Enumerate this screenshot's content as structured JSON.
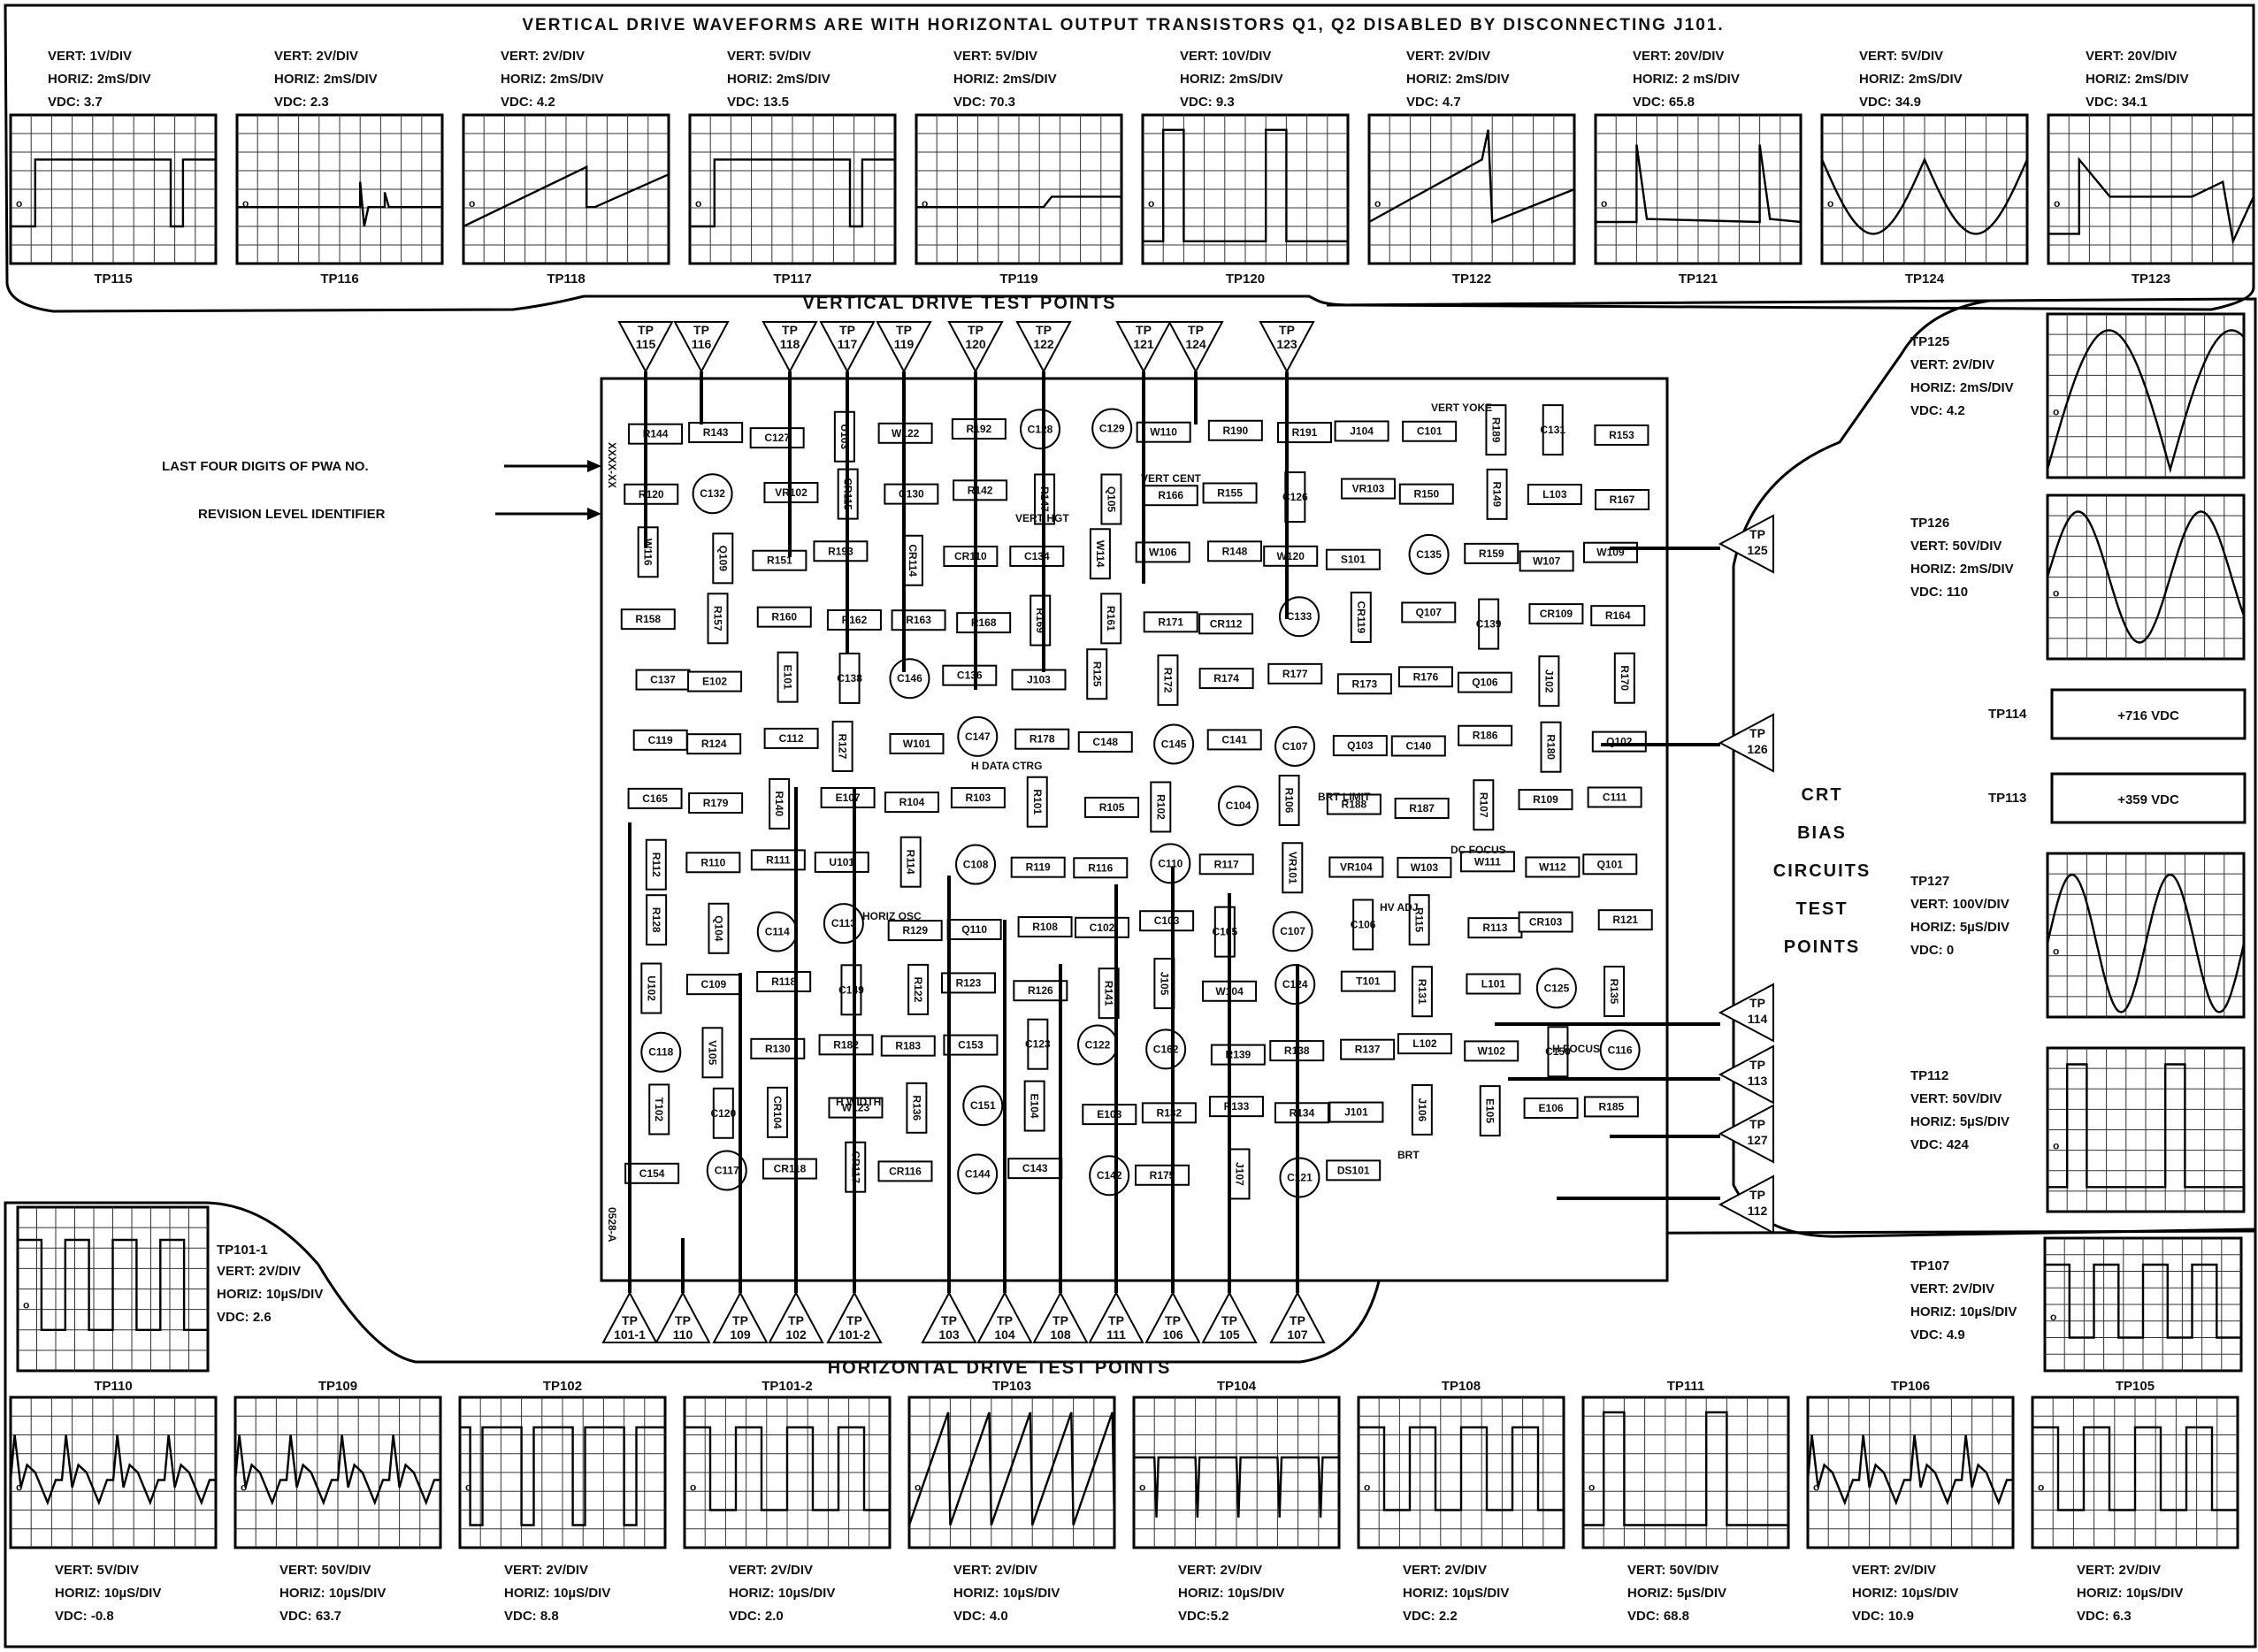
{
  "header": "VERTICAL DRIVE WAVEFORMS ARE WITH HORIZONTAL OUTPUT TRANSISTORS Q1, Q2 DISABLED BY DISCONNECTING J101.",
  "vertical_section_title": "VERTICAL DRIVE TEST POINTS",
  "horizontal_section_title": "HORIZONTAL DRIVE TEST POINTS",
  "pwa_label": "LAST FOUR DIGITS OF PWA NO.",
  "revision_label": "REVISION LEVEL IDENTIFIER",
  "board_code_1": "XXXX-XX",
  "board_code_2": "0528-A",
  "crt_bias": [
    "CRT",
    "BIAS",
    "CIRCUITS",
    "TEST",
    "POINTS"
  ],
  "top_waveforms": [
    {
      "tp": "TP115",
      "vert": "VERT: 1V/DIV",
      "horiz": "HORIZ: 2mS/DIV",
      "vdc": "VDC: 3.7",
      "shape": "pulse"
    },
    {
      "tp": "TP116",
      "vert": "VERT: 2V/DIV",
      "horiz": "HORIZ: 2mS/DIV",
      "vdc": "VDC: 2.3",
      "shape": "spike"
    },
    {
      "tp": "TP118",
      "vert": "VERT: 2V/DIV",
      "horiz": "HORIZ: 2mS/DIV",
      "vdc": "VDC: 4.2",
      "shape": "ramp"
    },
    {
      "tp": "TP117",
      "vert": "VERT: 5V/DIV",
      "horiz": "HORIZ: 2mS/DIV",
      "vdc": "VDC: 13.5",
      "shape": "pulse"
    },
    {
      "tp": "TP119",
      "vert": "VERT: 5V/DIV",
      "horiz": "HORIZ: 2mS/DIV",
      "vdc": "VDC: 70.3",
      "shape": "flatstep"
    },
    {
      "tp": "TP120",
      "vert": "VERT: 10V/DIV",
      "horiz": "HORIZ: 2mS/DIV",
      "vdc": "VDC: 9.3",
      "shape": "tallpulse"
    },
    {
      "tp": "TP122",
      "vert": "VERT: 2V/DIV",
      "horiz": "HORIZ: 2mS/DIV",
      "vdc": "VDC: 4.7",
      "shape": "saw"
    },
    {
      "tp": "TP121",
      "vert": "VERT: 20V/DIV",
      "horiz": "HORIZ: 2 mS/DIV",
      "vdc": "VDC: 65.8",
      "shape": "decay"
    },
    {
      "tp": "TP124",
      "vert": "VERT: 5V/DIV",
      "horiz": "HORIZ: 2mS/DIV",
      "vdc": "VDC: 34.9",
      "shape": "parabola"
    },
    {
      "tp": "TP123",
      "vert": "VERT: 20V/DIV",
      "horiz": "HORIZ: 2mS/DIV",
      "vdc": "VDC: 34.1",
      "shape": "dip"
    }
  ],
  "right_waveforms": [
    {
      "tp": "TP125",
      "vert": "VERT: 2V/DIV",
      "horiz": "HORIZ: 2mS/DIV",
      "vdc": "VDC: 4.2",
      "shape": "parabola2"
    },
    {
      "tp": "TP126",
      "vert": "VERT: 50V/DIV",
      "horiz": "HORIZ: 2mS/DIV",
      "vdc": "VDC: 110",
      "shape": "sine"
    },
    {
      "tp": "TP127",
      "vert": "VERT: 100V/DIV",
      "horiz": "HORIZ: 5µS/DIV",
      "vdc": "VDC: 0",
      "shape": "sine2"
    },
    {
      "tp": "TP112",
      "vert": "VERT: 50V/DIV",
      "horiz": "HORIZ: 5µS/DIV",
      "vdc": "VDC: 424",
      "shape": "tallpulse"
    },
    {
      "tp": "TP107",
      "vert": "VERT: 2V/DIV",
      "horiz": "HORIZ: 10µS/DIV",
      "vdc": "VDC: 4.9",
      "shape": "square"
    }
  ],
  "dc_readings": [
    {
      "tp": "TP114",
      "value": "+716 VDC"
    },
    {
      "tp": "TP113",
      "value": "+359 VDC"
    }
  ],
  "left_waveform": {
    "tp": "TP101-1",
    "vert": "VERT: 2V/DIV",
    "horiz": "HORIZ: 10µS/DIV",
    "vdc": "VDC: 2.6",
    "shape": "square"
  },
  "bottom_waveforms": [
    {
      "tp": "TP110",
      "vert": "VERT: 5V/DIV",
      "horiz": "HORIZ: 10µS/DIV",
      "vdc": "VDC: -0.8",
      "shape": "ringing"
    },
    {
      "tp": "TP109",
      "vert": "VERT: 50V/DIV",
      "horiz": "HORIZ: 10µS/DIV",
      "vdc": "VDC: 63.7",
      "shape": "ringing"
    },
    {
      "tp": "TP102",
      "vert": "VERT: 2V/DIV",
      "horiz": "HORIZ: 10µS/DIV",
      "vdc": "VDC: 8.8",
      "shape": "negpulse"
    },
    {
      "tp": "TP101-2",
      "vert": "VERT: 2V/DIV",
      "horiz": "HORIZ: 10µS/DIV",
      "vdc": "VDC: 2.0",
      "shape": "square"
    },
    {
      "tp": "TP103",
      "vert": "VERT: 2V/DIV",
      "horiz": "HORIZ: 10µS/DIV",
      "vdc": "VDC: 4.0",
      "shape": "sawfast"
    },
    {
      "tp": "TP104",
      "vert": "VERT: 2V/DIV",
      "horiz": "HORIZ: 10µS/DIV",
      "vdc": "VDC:5.2",
      "shape": "negspike"
    },
    {
      "tp": "TP108",
      "vert": "VERT: 2V/DIV",
      "horiz": "HORIZ: 10µS/DIV",
      "vdc": "VDC: 2.2",
      "shape": "square"
    },
    {
      "tp": "TP111",
      "vert": "VERT: 50V/DIV",
      "horiz": "HORIZ: 5µS/DIV",
      "vdc": "VDC: 68.8",
      "shape": "tallpulse"
    },
    {
      "tp": "TP106",
      "vert": "VERT: 2V/DIV",
      "horiz": "HORIZ: 10µS/DIV",
      "vdc": "VDC: 10.9",
      "shape": "ringing"
    },
    {
      "tp": "TP105",
      "vert": "VERT: 2V/DIV",
      "horiz": "HORIZ: 10µS/DIV",
      "vdc": "VDC: 6.3",
      "shape": "square"
    }
  ],
  "top_test_points": [
    {
      "l1": "TP",
      "l2": "115"
    },
    {
      "l1": "TP",
      "l2": "116"
    },
    {
      "l1": "TP",
      "l2": "118"
    },
    {
      "l1": "TP",
      "l2": "117"
    },
    {
      "l1": "TP",
      "l2": "119"
    },
    {
      "l1": "TP",
      "l2": "120"
    },
    {
      "l1": "TP",
      "l2": "122"
    },
    {
      "l1": "TP",
      "l2": "121"
    },
    {
      "l1": "TP",
      "l2": "124"
    },
    {
      "l1": "TP",
      "l2": "123"
    }
  ],
  "bottom_test_points": [
    {
      "l1": "TP",
      "l2": "101-1"
    },
    {
      "l1": "TP",
      "l2": "110"
    },
    {
      "l1": "TP",
      "l2": "109"
    },
    {
      "l1": "TP",
      "l2": "102"
    },
    {
      "l1": "TP",
      "l2": "101-2"
    },
    {
      "l1": "TP",
      "l2": "103"
    },
    {
      "l1": "TP",
      "l2": "104"
    },
    {
      "l1": "TP",
      "l2": "108"
    },
    {
      "l1": "TP",
      "l2": "111"
    },
    {
      "l1": "TP",
      "l2": "106"
    },
    {
      "l1": "TP",
      "l2": "105"
    },
    {
      "l1": "TP",
      "l2": "107"
    }
  ],
  "right_test_points": [
    {
      "l1": "TP",
      "l2": "125"
    },
    {
      "l1": "TP",
      "l2": "126"
    },
    {
      "l1": "TP",
      "l2": "114"
    },
    {
      "l1": "TP",
      "l2": "113"
    },
    {
      "l1": "TP",
      "l2": "127"
    },
    {
      "l1": "TP",
      "l2": "112"
    }
  ],
  "components": [
    {
      "name": "R144"
    },
    {
      "name": "R143"
    },
    {
      "name": "C127"
    },
    {
      "name": "U103"
    },
    {
      "name": "W122"
    },
    {
      "name": "R192"
    },
    {
      "name": "C128"
    },
    {
      "name": "C129"
    },
    {
      "name": "W110"
    },
    {
      "name": "R190"
    },
    {
      "name": "R191"
    },
    {
      "name": "J104"
    },
    {
      "name": "C101"
    },
    {
      "name": "R189"
    },
    {
      "name": "C131"
    },
    {
      "name": "R153"
    },
    {
      "name": "R120"
    },
    {
      "name": "C132"
    },
    {
      "name": "VR102"
    },
    {
      "name": "CR115"
    },
    {
      "name": "C130"
    },
    {
      "name": "R142"
    },
    {
      "name": "R147"
    },
    {
      "name": "Q105"
    },
    {
      "name": "R166"
    },
    {
      "name": "R155"
    },
    {
      "name": "C126"
    },
    {
      "name": "VR103"
    },
    {
      "name": "R150"
    },
    {
      "name": "R149"
    },
    {
      "name": "L103"
    },
    {
      "name": "R167"
    },
    {
      "name": "W116"
    },
    {
      "name": "Q109"
    },
    {
      "name": "R151"
    },
    {
      "name": "R193"
    },
    {
      "name": "CR114"
    },
    {
      "name": "CR110"
    },
    {
      "name": "C134"
    },
    {
      "name": "W114"
    },
    {
      "name": "W106"
    },
    {
      "name": "R148"
    },
    {
      "name": "W120"
    },
    {
      "name": "S101"
    },
    {
      "name": "C135"
    },
    {
      "name": "R159"
    },
    {
      "name": "W107"
    },
    {
      "name": "W109"
    },
    {
      "name": "R158"
    },
    {
      "name": "R157"
    },
    {
      "name": "R160"
    },
    {
      "name": "R162"
    },
    {
      "name": "R163"
    },
    {
      "name": "R168"
    },
    {
      "name": "R169"
    },
    {
      "name": "R161"
    },
    {
      "name": "R171"
    },
    {
      "name": "CR112"
    },
    {
      "name": "C133"
    },
    {
      "name": "CR119"
    },
    {
      "name": "Q107"
    },
    {
      "name": "C139"
    },
    {
      "name": "CR109"
    },
    {
      "name": "R164"
    },
    {
      "name": "C137"
    },
    {
      "name": "E102"
    },
    {
      "name": "E101"
    },
    {
      "name": "C138"
    },
    {
      "name": "C146"
    },
    {
      "name": "C136"
    },
    {
      "name": "J103"
    },
    {
      "name": "R125"
    },
    {
      "name": "R172"
    },
    {
      "name": "R174"
    },
    {
      "name": "R177"
    },
    {
      "name": "R173"
    },
    {
      "name": "R176"
    },
    {
      "name": "Q106"
    },
    {
      "name": "J102"
    },
    {
      "name": "R170"
    },
    {
      "name": "C119"
    },
    {
      "name": "R124"
    },
    {
      "name": "C112"
    },
    {
      "name": "R127"
    },
    {
      "name": "W101"
    },
    {
      "name": "C147"
    },
    {
      "name": "R178"
    },
    {
      "name": "C148"
    },
    {
      "name": "C145"
    },
    {
      "name": "C141"
    },
    {
      "name": "C107"
    },
    {
      "name": "Q103"
    },
    {
      "name": "C140"
    },
    {
      "name": "R186"
    },
    {
      "name": "R180"
    },
    {
      "name": "Q102"
    },
    {
      "name": "C165"
    },
    {
      "name": "R179"
    },
    {
      "name": "R140"
    },
    {
      "name": "E107"
    },
    {
      "name": "R104"
    },
    {
      "name": "R103"
    },
    {
      "name": "R101"
    },
    {
      "name": "R105"
    },
    {
      "name": "R102"
    },
    {
      "name": "C104"
    },
    {
      "name": "R106"
    },
    {
      "name": "R188"
    },
    {
      "name": "R187"
    },
    {
      "name": "R107"
    },
    {
      "name": "R109"
    },
    {
      "name": "C111"
    },
    {
      "name": "R112"
    },
    {
      "name": "R110"
    },
    {
      "name": "R111"
    },
    {
      "name": "U101"
    },
    {
      "name": "R114"
    },
    {
      "name": "C108"
    },
    {
      "name": "R119"
    },
    {
      "name": "R116"
    },
    {
      "name": "C110"
    },
    {
      "name": "R117"
    },
    {
      "name": "VR101"
    },
    {
      "name": "VR104"
    },
    {
      "name": "W103"
    },
    {
      "name": "W111"
    },
    {
      "name": "W112"
    },
    {
      "name": "Q101"
    },
    {
      "name": "R128"
    },
    {
      "name": "Q104"
    },
    {
      "name": "C114"
    },
    {
      "name": "C113"
    },
    {
      "name": "R129"
    },
    {
      "name": "Q110"
    },
    {
      "name": "R108"
    },
    {
      "name": "C102"
    },
    {
      "name": "C103"
    },
    {
      "name": "C105"
    },
    {
      "name": "C107"
    },
    {
      "name": "C106"
    },
    {
      "name": "R115"
    },
    {
      "name": "R113"
    },
    {
      "name": "CR103"
    },
    {
      "name": "R121"
    },
    {
      "name": "U102"
    },
    {
      "name": "C109"
    },
    {
      "name": "R118"
    },
    {
      "name": "C149"
    },
    {
      "name": "R122"
    },
    {
      "name": "R123"
    },
    {
      "name": "R126"
    },
    {
      "name": "R141"
    },
    {
      "name": "J105"
    },
    {
      "name": "W104"
    },
    {
      "name": "C124"
    },
    {
      "name": "T101"
    },
    {
      "name": "R131"
    },
    {
      "name": "L101"
    },
    {
      "name": "C125"
    },
    {
      "name": "R135"
    },
    {
      "name": "C118"
    },
    {
      "name": "V105"
    },
    {
      "name": "R130"
    },
    {
      "name": "R182"
    },
    {
      "name": "R183"
    },
    {
      "name": "C153"
    },
    {
      "name": "C123"
    },
    {
      "name": "C122"
    },
    {
      "name": "C162"
    },
    {
      "name": "R139"
    },
    {
      "name": "R138"
    },
    {
      "name": "R137"
    },
    {
      "name": "L102"
    },
    {
      "name": "W102"
    },
    {
      "name": "C150"
    },
    {
      "name": "C116"
    },
    {
      "name": "T102"
    },
    {
      "name": "C120"
    },
    {
      "name": "CR104"
    },
    {
      "name": "W123"
    },
    {
      "name": "R136"
    },
    {
      "name": "C151"
    },
    {
      "name": "E104"
    },
    {
      "name": "E103"
    },
    {
      "name": "R132"
    },
    {
      "name": "R133"
    },
    {
      "name": "R134"
    },
    {
      "name": "J101"
    },
    {
      "name": "J106"
    },
    {
      "name": "E105"
    },
    {
      "name": "E106"
    },
    {
      "name": "R185"
    },
    {
      "name": "C154"
    },
    {
      "name": "C117"
    },
    {
      "name": "CR118"
    },
    {
      "name": "CR117"
    },
    {
      "name": "CR116"
    },
    {
      "name": "C144"
    },
    {
      "name": "C143"
    },
    {
      "name": "C142"
    },
    {
      "name": "R175"
    },
    {
      "name": "J107"
    },
    {
      "name": "C121"
    },
    {
      "name": "DS101"
    }
  ],
  "special_labels": {
    "vert_yoke": "VERT YOKE",
    "vert_hgt": "VERT HGT",
    "vert_cent": "VERT CENT",
    "h_data_ctrg": "H DATA CTRG",
    "brt_limit": "BRT LIMIT",
    "dc_focus": "DC FOCUS",
    "hv_adj": "HV ADJ",
    "h_focus": "H FOCUS",
    "brt": "BRT",
    "horiz_osc": "HORIZ OSC",
    "h_width": "H WIDTH"
  }
}
